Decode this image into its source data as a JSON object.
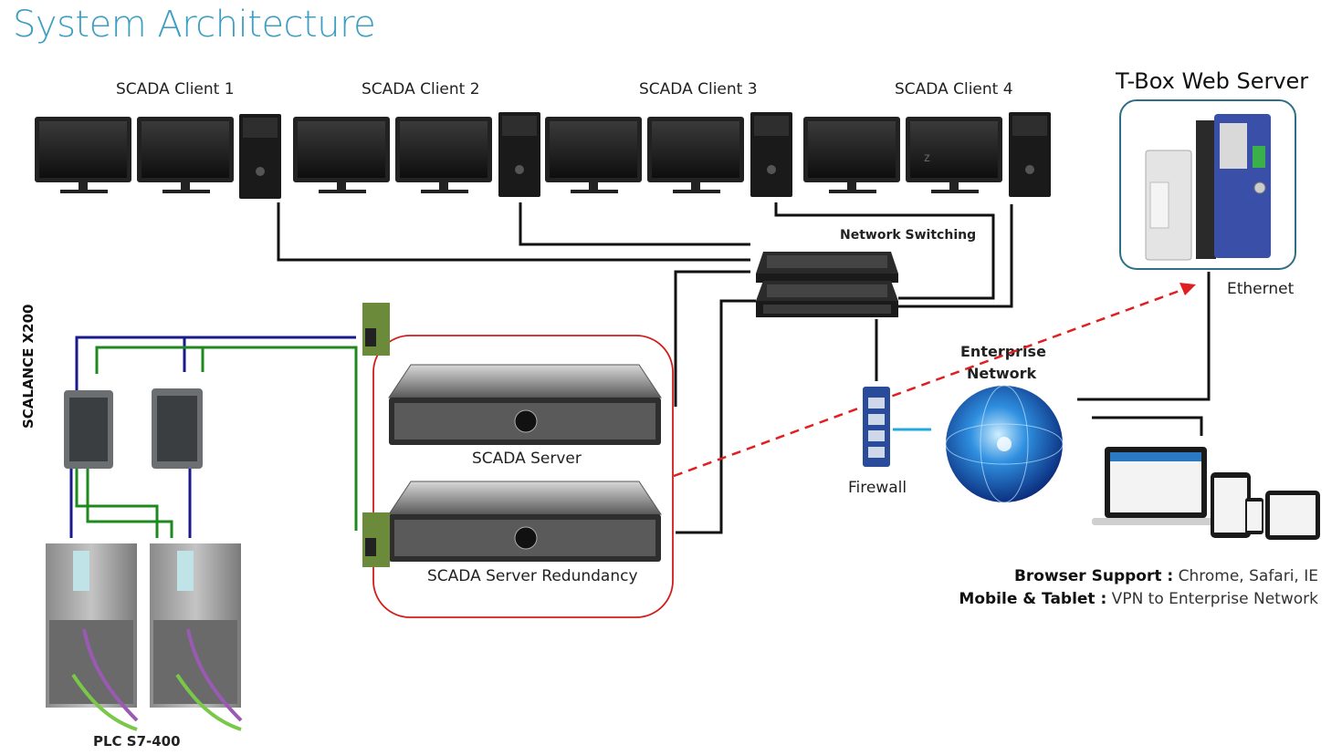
{
  "title": "System Architecture",
  "clients": [
    {
      "label": "SCADA Client 1"
    },
    {
      "label": "SCADA Client 2"
    },
    {
      "label": "SCADA Client 3"
    },
    {
      "label": "SCADA Client 4"
    }
  ],
  "monitor_glyph": "z",
  "network_switching": "Network Switching",
  "tbox": {
    "title": "T-Box Web Server",
    "ethernet": "Ethernet"
  },
  "servers": {
    "primary": "SCADA Server",
    "redundant": "SCADA Server Redundancy"
  },
  "firewall": "Firewall",
  "enterprise": {
    "line1": "Enterprise",
    "line2": "Network"
  },
  "scalance": "SCALANCE X200",
  "plc": "PLC S7-400",
  "legend": {
    "browser_key": "Browser Support :",
    "browser_val": " Chrome, Safari, IE",
    "mobile_key": "Mobile & Tablet :",
    "mobile_val": " VPN to Enterprise Network"
  },
  "colors": {
    "title": "#3d9fc2",
    "bus_blue": "#1a1aa8",
    "bus_green": "#1e8a1e",
    "link_red": "#e02020",
    "firewall_link": "#22a8e0",
    "redundancy_box": "#d21c1c",
    "tbox_box": "#2f6f86"
  }
}
